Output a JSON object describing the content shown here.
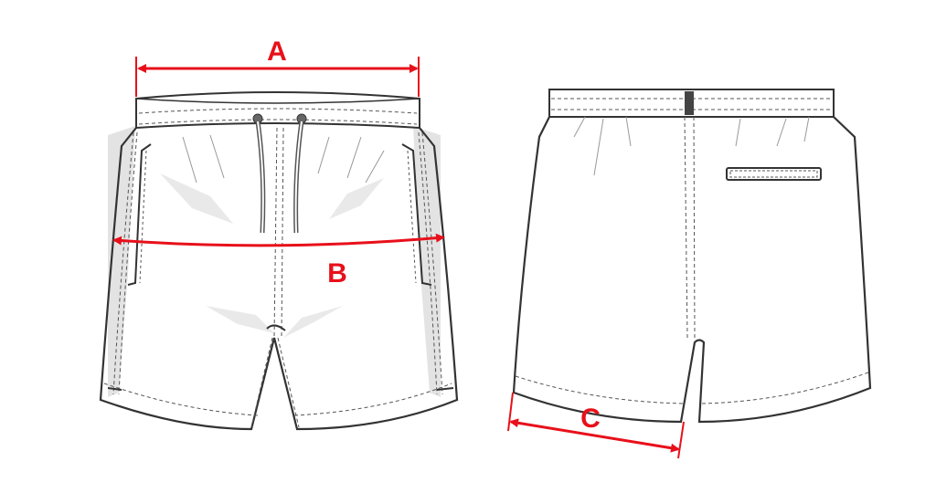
{
  "diagram": {
    "labels": {
      "a": "A",
      "b": "B",
      "c": "C"
    },
    "colors": {
      "measure": "#e8101a",
      "outline": "#333333",
      "stitch": "#555555",
      "shade": "#d9d9d9",
      "background": "#ffffff"
    },
    "views": [
      "front-view",
      "back-view"
    ]
  }
}
